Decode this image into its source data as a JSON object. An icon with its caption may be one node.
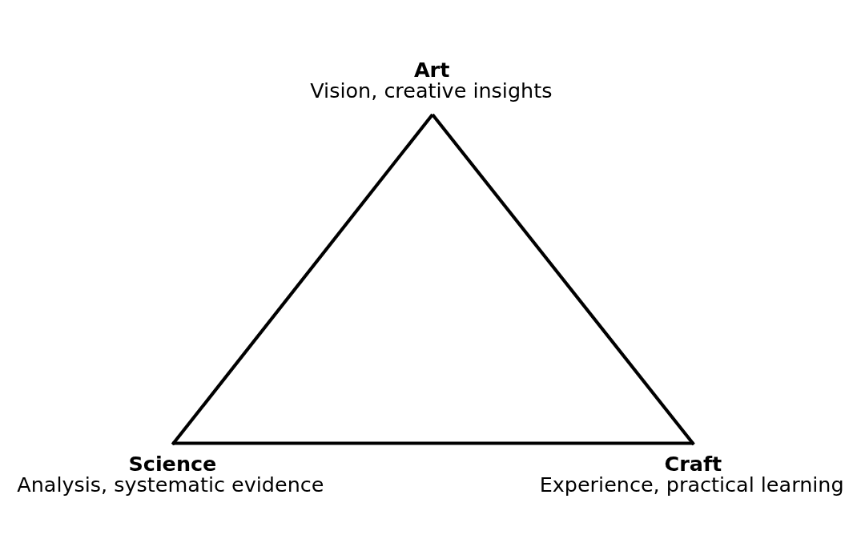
{
  "diagram": {
    "nodes": [
      {
        "text": [
          "Art",
          "Vision, creative insights"
        ]
      },
      {
        "text": [
          "Science",
          "Analysis, systematic evidence"
        ]
      },
      {
        "text": [
          "Craft",
          "Experience, practical learning"
        ]
      }
    ],
    "edges": [
      {
        "from": 0,
        "to": 1,
        "arrow": "none"
      },
      {
        "from": 1,
        "to": 2,
        "arrow": "none"
      },
      {
        "from": 2,
        "to": 0,
        "arrow": "none"
      }
    ]
  }
}
